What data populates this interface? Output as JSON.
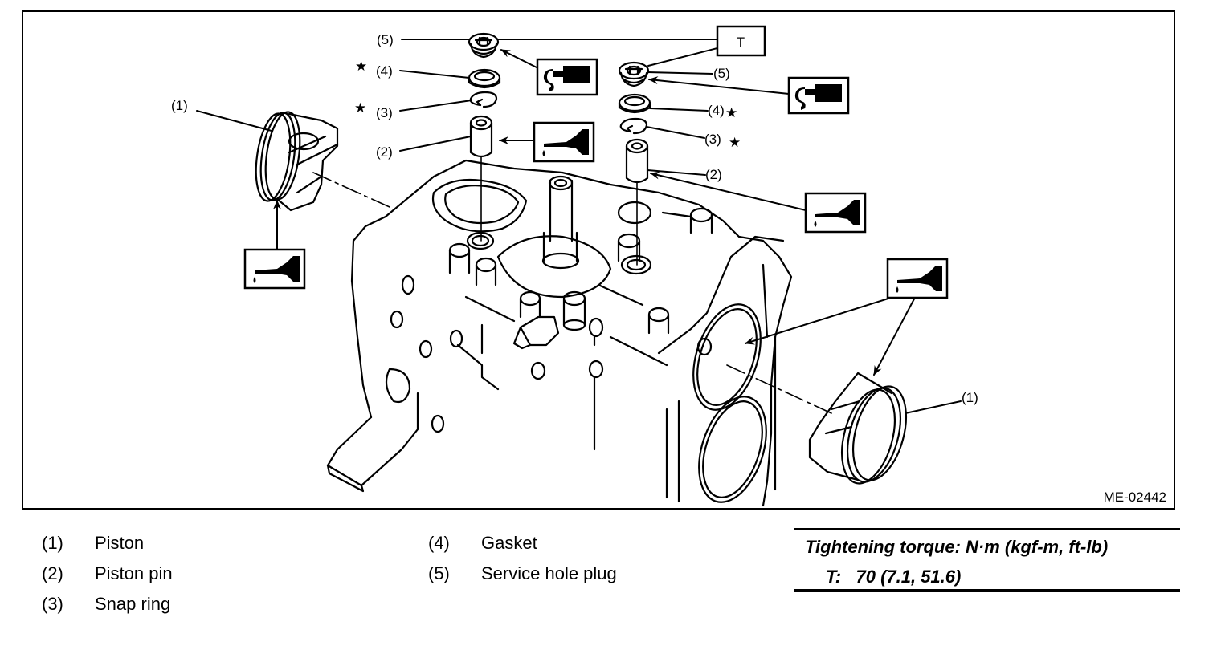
{
  "figure": {
    "id": "ME-02442",
    "callouts": {
      "piston": "(1)",
      "piston_pin": "(2)",
      "snap_ring": "(3)",
      "gasket": "(4)",
      "service_hole_plug": "(5)",
      "torque_tag": "T"
    },
    "symbols": {
      "star": "★",
      "oil_symbol": "oil-can-icon",
      "sealant_symbol": "sealant-tube-icon"
    }
  },
  "legend": [
    {
      "num": "(1)",
      "label": "Piston"
    },
    {
      "num": "(2)",
      "label": "Piston pin"
    },
    {
      "num": "(3)",
      "label": "Snap ring"
    },
    {
      "num": "(4)",
      "label": "Gasket"
    },
    {
      "num": "(5)",
      "label": "Service hole plug"
    }
  ],
  "torque": {
    "title": "Tightening torque: N·m (kgf-m, ft-lb)",
    "key": "T:",
    "value": "70 (7.1, 51.6)"
  }
}
